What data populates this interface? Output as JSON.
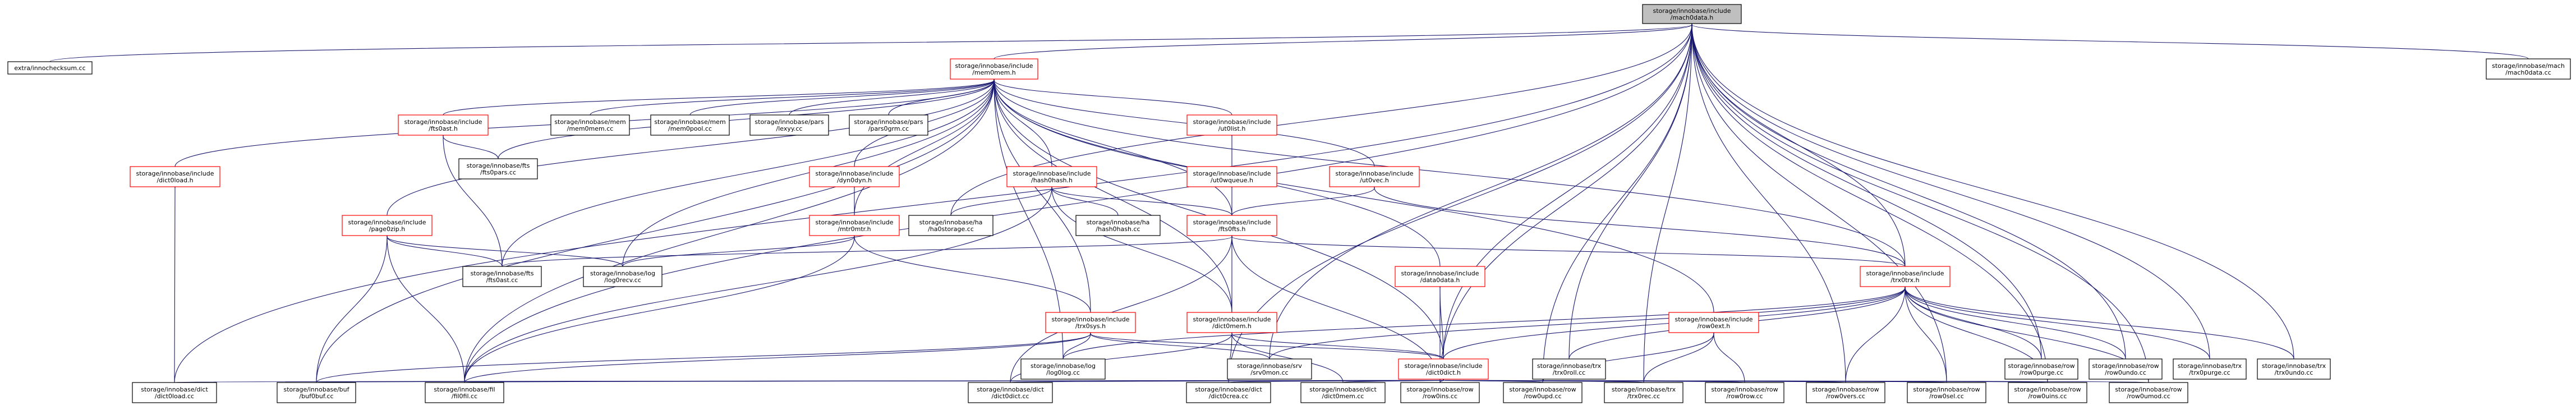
{
  "colors": {
    "root_fill": "#bfbfbf",
    "root_border": "#000000",
    "file_border": "#000000",
    "header_border": "#ff0000",
    "edge": "#191970",
    "background": "#ffffff"
  },
  "nodes": [
    {
      "id": "root",
      "lines": [
        "storage/innobase/include",
        "/mach0data.h"
      ],
      "kind": "root"
    },
    {
      "id": "crc",
      "lines": [
        "extra/innochecksum.cc"
      ],
      "kind": "file"
    },
    {
      "id": "mem0mem",
      "lines": [
        "storage/innobase/include",
        "/mem0mem.h"
      ],
      "kind": "header"
    },
    {
      "id": "machdata_cc",
      "lines": [
        "storage/innobase/mach",
        "/mach0data.cc"
      ],
      "kind": "file"
    },
    {
      "id": "fts0ast",
      "lines": [
        "storage/innobase/include",
        "/fts0ast.h"
      ],
      "kind": "header"
    },
    {
      "id": "mem0mem_cc",
      "lines": [
        "storage/innobase/mem",
        "/mem0mem.cc"
      ],
      "kind": "file"
    },
    {
      "id": "mem0pool_cc",
      "lines": [
        "storage/innobase/mem",
        "/mem0pool.cc"
      ],
      "kind": "file"
    },
    {
      "id": "lexyy_cc",
      "lines": [
        "storage/innobase/pars",
        "/lexyy.cc"
      ],
      "kind": "file"
    },
    {
      "id": "pars0grm_cc",
      "lines": [
        "storage/innobase/pars",
        "/pars0grm.cc"
      ],
      "kind": "file"
    },
    {
      "id": "ut0list",
      "lines": [
        "storage/innobase/include",
        "/ut0list.h"
      ],
      "kind": "header"
    },
    {
      "id": "dict0load",
      "lines": [
        "storage/innobase/include",
        "/dict0load.h"
      ],
      "kind": "header"
    },
    {
      "id": "fts0pars_cc",
      "lines": [
        "storage/innobase/fts",
        "/fts0pars.cc"
      ],
      "kind": "file"
    },
    {
      "id": "dyn0dyn",
      "lines": [
        "storage/innobase/include",
        "/dyn0dyn.h"
      ],
      "kind": "header"
    },
    {
      "id": "hash0hash",
      "lines": [
        "storage/innobase/include",
        "/hash0hash.h"
      ],
      "kind": "header"
    },
    {
      "id": "ut0wqueue",
      "lines": [
        "storage/innobase/include",
        "/ut0wqueue.h"
      ],
      "kind": "header"
    },
    {
      "id": "ut0vec",
      "lines": [
        "storage/innobase/include",
        "/ut0vec.h"
      ],
      "kind": "header"
    },
    {
      "id": "page0zip",
      "lines": [
        "storage/innobase/include",
        "/page0zip.h"
      ],
      "kind": "header"
    },
    {
      "id": "mtr0mtr",
      "lines": [
        "storage/innobase/include",
        "/mtr0mtr.h"
      ],
      "kind": "header"
    },
    {
      "id": "ha0storage",
      "lines": [
        "storage/innobase/ha",
        "/ha0storage.cc"
      ],
      "kind": "file"
    },
    {
      "id": "hash0hash_cc",
      "lines": [
        "storage/innobase/ha",
        "/hash0hash.cc"
      ],
      "kind": "file"
    },
    {
      "id": "fts0fts",
      "lines": [
        "storage/innobase/include",
        "/fts0fts.h"
      ],
      "kind": "header"
    },
    {
      "id": "fts0ast_cc",
      "lines": [
        "storage/innobase/fts",
        "/fts0ast.cc"
      ],
      "kind": "file"
    },
    {
      "id": "log0recv_cc",
      "lines": [
        "storage/innobase/log",
        "/log0recv.cc"
      ],
      "kind": "file"
    },
    {
      "id": "data0data",
      "lines": [
        "storage/innobase/include",
        "/data0data.h"
      ],
      "kind": "header"
    },
    {
      "id": "trx0trx",
      "lines": [
        "storage/innobase/include",
        "/trx0trx.h"
      ],
      "kind": "header"
    },
    {
      "id": "trx0sys",
      "lines": [
        "storage/innobase/include",
        "/trx0sys.h"
      ],
      "kind": "header"
    },
    {
      "id": "dict0mem",
      "lines": [
        "storage/innobase/include",
        "/dict0mem.h"
      ],
      "kind": "header"
    },
    {
      "id": "log0log_cc",
      "lines": [
        "storage/innobase/log",
        "/log0log.cc"
      ],
      "kind": "file"
    },
    {
      "id": "srv0mon_cc",
      "lines": [
        "storage/innobase/srv",
        "/srv0mon.cc"
      ],
      "kind": "file"
    },
    {
      "id": "dict0dict",
      "lines": [
        "storage/innobase/include",
        "/dict0dict.h"
      ],
      "kind": "header"
    },
    {
      "id": "trx0roll_cc",
      "lines": [
        "storage/innobase/trx",
        "/trx0roll.cc"
      ],
      "kind": "file"
    },
    {
      "id": "row0purge_cc",
      "lines": [
        "storage/innobase/row",
        "/row0purge.cc"
      ],
      "kind": "file"
    },
    {
      "id": "row0undo_cc",
      "lines": [
        "storage/innobase/row",
        "/row0undo.cc"
      ],
      "kind": "file"
    },
    {
      "id": "trx0purge_cc",
      "lines": [
        "storage/innobase/trx",
        "/trx0purge.cc"
      ],
      "kind": "file"
    },
    {
      "id": "trx0undo_cc",
      "lines": [
        "storage/innobase/trx",
        "/trx0undo.cc"
      ],
      "kind": "file"
    },
    {
      "id": "row0ext",
      "lines": [
        "storage/innobase/include",
        "/row0ext.h"
      ],
      "kind": "header"
    },
    {
      "id": "dict0load_cc",
      "lines": [
        "storage/innobase/dict",
        "/dict0load.cc"
      ],
      "kind": "file"
    },
    {
      "id": "buf0buf_cc",
      "lines": [
        "storage/innobase/buf",
        "/buf0buf.cc"
      ],
      "kind": "file"
    },
    {
      "id": "fil0fil_cc",
      "lines": [
        "storage/innobase/fil",
        "/fil0fil.cc"
      ],
      "kind": "file"
    },
    {
      "id": "dict0dict_cc",
      "lines": [
        "storage/innobase/dict",
        "/dict0dict.cc"
      ],
      "kind": "file"
    },
    {
      "id": "dict0crea_cc",
      "lines": [
        "storage/innobase/dict",
        "/dict0crea.cc"
      ],
      "kind": "file"
    },
    {
      "id": "dict0mem_cc",
      "lines": [
        "storage/innobase/dict",
        "/dict0mem.cc"
      ],
      "kind": "file"
    },
    {
      "id": "row0ins_cc",
      "lines": [
        "storage/innobase/row",
        "/row0ins.cc"
      ],
      "kind": "file"
    },
    {
      "id": "row0upd_cc",
      "lines": [
        "storage/innobase/row",
        "/row0upd.cc"
      ],
      "kind": "file"
    },
    {
      "id": "trx0rec_cc",
      "lines": [
        "storage/innobase/trx",
        "/trx0rec.cc"
      ],
      "kind": "file"
    },
    {
      "id": "row0row_cc",
      "lines": [
        "storage/innobase/row",
        "/row0row.cc"
      ],
      "kind": "file"
    },
    {
      "id": "row0vers_cc",
      "lines": [
        "storage/innobase/row",
        "/row0vers.cc"
      ],
      "kind": "file"
    },
    {
      "id": "row0sel_cc",
      "lines": [
        "storage/innobase/row",
        "/row0sel.cc"
      ],
      "kind": "file"
    },
    {
      "id": "row0uins_cc",
      "lines": [
        "storage/innobase/row",
        "/row0uins.cc"
      ],
      "kind": "file"
    },
    {
      "id": "row0umod_cc",
      "lines": [
        "storage/innobase/row",
        "/row0umod.cc"
      ],
      "kind": "file"
    }
  ],
  "edges": [
    [
      "root",
      "crc"
    ],
    [
      "root",
      "mem0mem"
    ],
    [
      "root",
      "machdata_cc"
    ],
    [
      "root",
      "dict0load_cc"
    ],
    [
      "root",
      "fil0fil_cc"
    ],
    [
      "root",
      "ha0storage"
    ],
    [
      "root",
      "trx0trx"
    ],
    [
      "root",
      "dict0dict"
    ],
    [
      "root",
      "srv0mon_cc"
    ],
    [
      "root",
      "trx0roll_cc"
    ],
    [
      "root",
      "row0purge_cc"
    ],
    [
      "root",
      "row0undo_cc"
    ],
    [
      "root",
      "trx0purge_cc"
    ],
    [
      "root",
      "trx0undo_cc"
    ],
    [
      "root",
      "row0ins_cc"
    ],
    [
      "root",
      "row0upd_cc"
    ],
    [
      "root",
      "trx0rec_cc"
    ],
    [
      "root",
      "row0vers_cc"
    ],
    [
      "root",
      "row0sel_cc"
    ],
    [
      "root",
      "row0uins_cc"
    ],
    [
      "root",
      "row0umod_cc"
    ],
    [
      "root",
      "dict0crea_cc"
    ],
    [
      "mem0mem",
      "fts0ast"
    ],
    [
      "mem0mem",
      "mem0mem_cc"
    ],
    [
      "mem0mem",
      "mem0pool_cc"
    ],
    [
      "mem0mem",
      "lexyy_cc"
    ],
    [
      "mem0mem",
      "pars0grm_cc"
    ],
    [
      "mem0mem",
      "ut0list"
    ],
    [
      "mem0mem",
      "dict0load"
    ],
    [
      "mem0mem",
      "fts0pars_cc"
    ],
    [
      "mem0mem",
      "dyn0dyn"
    ],
    [
      "mem0mem",
      "hash0hash"
    ],
    [
      "mem0mem",
      "ut0vec"
    ],
    [
      "mem0mem",
      "page0zip"
    ],
    [
      "mem0mem",
      "mtr0mtr"
    ],
    [
      "mem0mem",
      "fts0fts"
    ],
    [
      "mem0mem",
      "data0data"
    ],
    [
      "mem0mem",
      "trx0sys"
    ],
    [
      "mem0mem",
      "dict0mem"
    ],
    [
      "mem0mem",
      "log0recv_cc"
    ],
    [
      "mem0mem",
      "fts0ast_cc"
    ],
    [
      "mem0mem",
      "buf0buf_cc"
    ],
    [
      "mem0mem",
      "fil0fil_cc"
    ],
    [
      "mem0mem",
      "log0log_cc"
    ],
    [
      "mem0mem",
      "row0ext"
    ],
    [
      "mem0mem",
      "trx0trx"
    ],
    [
      "mem0mem",
      "dict0dict"
    ],
    [
      "fts0ast",
      "fts0pars_cc"
    ],
    [
      "fts0ast",
      "fts0ast_cc"
    ],
    [
      "ut0list",
      "ut0wqueue"
    ],
    [
      "ut0wqueue",
      "fts0fts"
    ],
    [
      "dict0load",
      "dict0load_cc"
    ],
    [
      "dyn0dyn",
      "mtr0mtr"
    ],
    [
      "hash0hash",
      "ha0storage"
    ],
    [
      "hash0hash",
      "hash0hash_cc"
    ],
    [
      "hash0hash",
      "fts0fts"
    ],
    [
      "hash0hash",
      "dict0mem"
    ],
    [
      "hash0hash",
      "fil0fil_cc"
    ],
    [
      "ut0vec",
      "fts0fts"
    ],
    [
      "ut0vec",
      "trx0trx"
    ],
    [
      "page0zip",
      "fts0ast_cc"
    ],
    [
      "page0zip",
      "buf0buf_cc"
    ],
    [
      "page0zip",
      "fil0fil_cc"
    ],
    [
      "page0zip",
      "log0recv_cc"
    ],
    [
      "mtr0mtr",
      "log0recv_cc"
    ],
    [
      "mtr0mtr",
      "trx0sys"
    ],
    [
      "mtr0mtr",
      "fil0fil_cc"
    ],
    [
      "fts0fts",
      "fts0ast_cc"
    ],
    [
      "fts0fts",
      "dict0mem"
    ],
    [
      "fts0fts",
      "trx0trx"
    ],
    [
      "fts0fts",
      "dict0dict_cc"
    ],
    [
      "fts0fts",
      "row0ins_cc"
    ],
    [
      "data0data",
      "dict0dict"
    ],
    [
      "data0data",
      "row0ins_cc"
    ],
    [
      "trx0trx",
      "log0log_cc"
    ],
    [
      "trx0trx",
      "srv0mon_cc"
    ],
    [
      "trx0trx",
      "dict0dict"
    ],
    [
      "trx0trx",
      "trx0roll_cc"
    ],
    [
      "trx0trx",
      "row0purge_cc"
    ],
    [
      "trx0trx",
      "row0undo_cc"
    ],
    [
      "trx0trx",
      "trx0purge_cc"
    ],
    [
      "trx0trx",
      "trx0undo_cc"
    ],
    [
      "trx0trx",
      "row0sel_cc"
    ],
    [
      "trx0trx",
      "row0vers_cc"
    ],
    [
      "trx0trx",
      "row0uins_cc"
    ],
    [
      "trx0trx",
      "row0umod_cc"
    ],
    [
      "trx0sys",
      "log0log_cc"
    ],
    [
      "trx0sys",
      "buf0buf_cc"
    ],
    [
      "trx0sys",
      "fil0fil_cc"
    ],
    [
      "trx0sys",
      "srv0mon_cc"
    ],
    [
      "trx0sys",
      "dict0dict"
    ],
    [
      "dict0mem",
      "dict0dict"
    ],
    [
      "dict0mem",
      "dict0dict_cc"
    ],
    [
      "dict0mem",
      "dict0mem_cc"
    ],
    [
      "dict0mem",
      "dict0crea_cc"
    ],
    [
      "dict0dict",
      "dict0load_cc"
    ],
    [
      "dict0dict",
      "buf0buf_cc"
    ],
    [
      "dict0dict",
      "fil0fil_cc"
    ],
    [
      "dict0dict",
      "dict0dict_cc"
    ],
    [
      "dict0dict",
      "dict0crea_cc"
    ],
    [
      "dict0dict",
      "dict0mem_cc"
    ],
    [
      "dict0dict",
      "row0ins_cc"
    ],
    [
      "dict0dict",
      "row0upd_cc"
    ],
    [
      "dict0dict",
      "trx0rec_cc"
    ],
    [
      "dict0dict",
      "row0row_cc"
    ],
    [
      "dict0dict",
      "row0vers_cc"
    ],
    [
      "dict0dict",
      "row0sel_cc"
    ],
    [
      "dict0dict",
      "row0uins_cc"
    ],
    [
      "dict0dict",
      "row0umod_cc"
    ],
    [
      "row0ext",
      "row0upd_cc"
    ],
    [
      "row0ext",
      "trx0rec_cc"
    ],
    [
      "row0ext",
      "row0row_cc"
    ]
  ]
}
